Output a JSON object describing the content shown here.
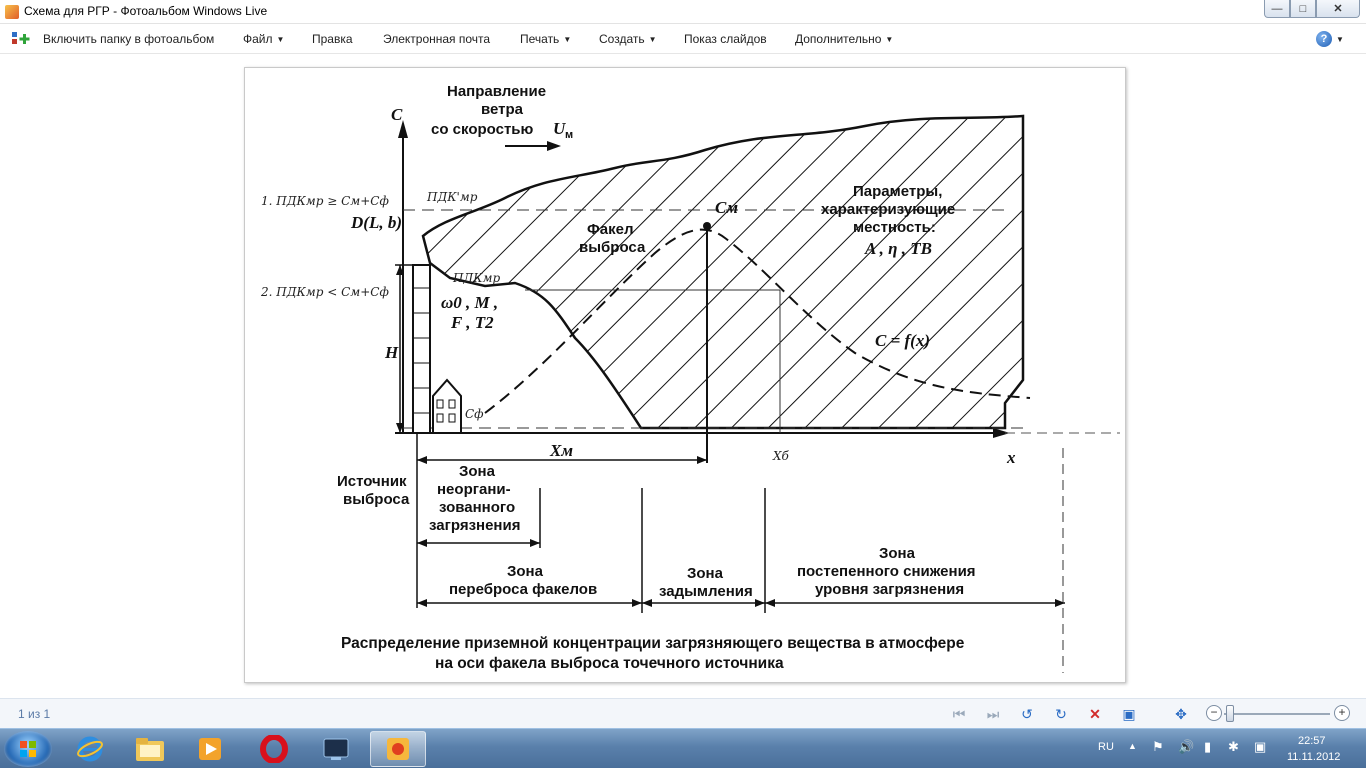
{
  "window": {
    "title": "Схема для РГР - Фотоальбом Windows Live"
  },
  "toolbar": {
    "add_folder": "Включить папку в фотоальбом",
    "file": "Файл",
    "edit": "Правка",
    "email": "Электронная почта",
    "print": "Печать",
    "create": "Создать",
    "slideshow": "Показ слайдов",
    "extra": "Дополнительно",
    "help": "?"
  },
  "figure": {
    "axis_c": "C",
    "axis_x": "x",
    "wind_line1": "Направление",
    "wind_line2": "ветра",
    "wind_line3": "со скоростью",
    "wind_sym": "U",
    "wind_sub": "м",
    "note1": "1. ПДКмр ≥ См+Сф",
    "note1_label": "ПДК'мр",
    "note2": "2. ПДКмр < См+Сф",
    "note2_label": "ПДКмр",
    "dlb": "D(L, b)",
    "params_a": "ω0 , M ,",
    "params_b": "F , T2",
    "h": "H",
    "cf": "Сф",
    "cm": "Cм",
    "plume_line1": "Факел",
    "plume_line2": "выброса",
    "terrain_line1": "Параметры,",
    "terrain_line2": "характеризующие",
    "terrain_line3": "местность:",
    "terrain_line4": "A , η , TB",
    "cfx": "C = f(x)",
    "xm": "Xм",
    "xb": "Xб",
    "source_line1": "Источник",
    "source_line2": "выброса",
    "zone1_line1": "Зона",
    "zone1_line2": "неоргани-",
    "zone1_line3": "зованного",
    "zone1_line4": "загрязнения",
    "zone2_line1": "Зона",
    "zone2_line2": "переброса факелов",
    "zone3_line1": "Зона",
    "zone3_line2": "задымления",
    "zone4_line1": "Зона",
    "zone4_line2": "постепенного снижения",
    "zone4_line3": "уровня загрязнения",
    "caption_line1": "Распределение приземной концентрации загрязняющего вещества в атмосфере",
    "caption_line2": "на оси факела выброса точечного источника"
  },
  "controls": {
    "counter": "1 из 1"
  },
  "taskbar": {
    "lang": "RU",
    "time": "22:57",
    "date": "11.11.2012"
  }
}
